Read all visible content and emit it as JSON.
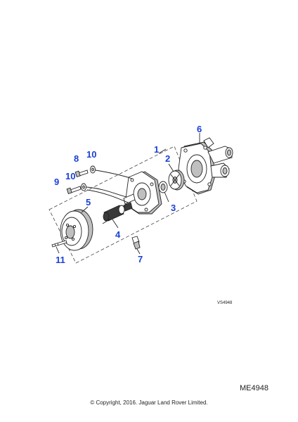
{
  "diagram": {
    "callouts": {
      "c1": "1",
      "c2": "2",
      "c3": "3",
      "c4": "4",
      "c5": "5",
      "c6": "6",
      "c7": "7",
      "c8": "8",
      "c9": "9",
      "c10a": "10",
      "c10b": "10",
      "c11": "11"
    },
    "vs_code": "VS4948",
    "colors": {
      "callout": "#1a3fd6",
      "line": "#222222",
      "shade": "#bfbfbf"
    }
  },
  "footer": {
    "ref_code": "ME4948",
    "copyright": "© Copyright, 2016. Jaguar Land Rover Limited."
  }
}
